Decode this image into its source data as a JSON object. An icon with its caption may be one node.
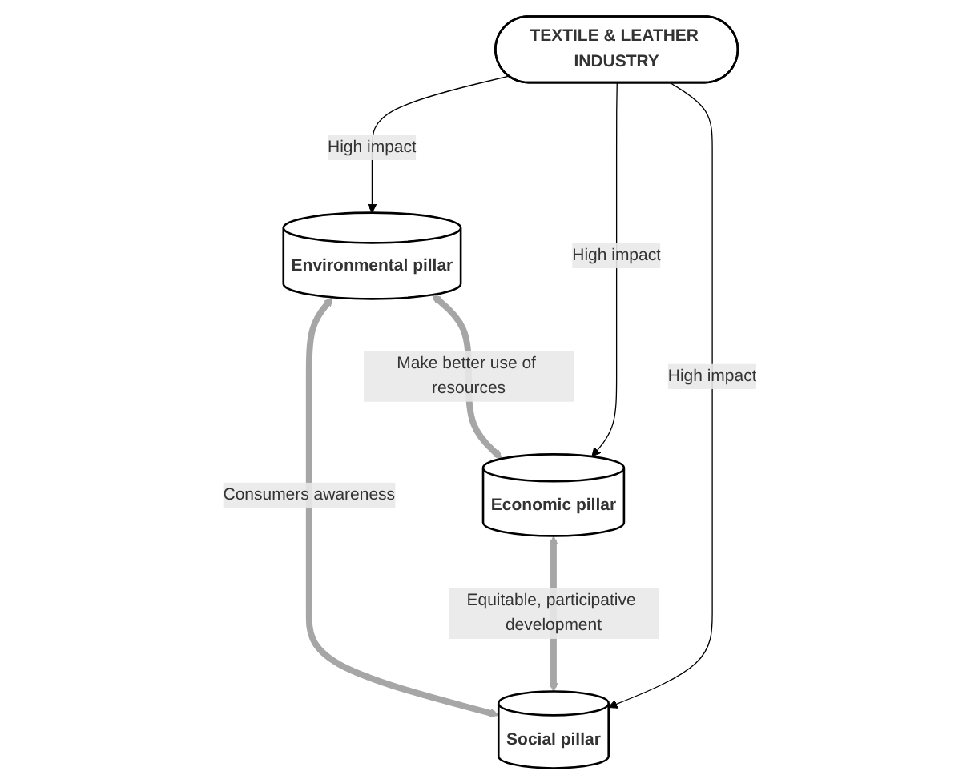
{
  "diagram": {
    "nodes": [
      {
        "text": [
          "Environmental pillar"
        ]
      },
      {
        "text": [
          "TEXTILE & LEATHER INDUSTRY"
        ]
      },
      {
        "text": [
          "Economic pillar"
        ]
      },
      {
        "text": [
          "Social pillar"
        ]
      }
    ],
    "edges": [
      {
        "from": 0,
        "to": 2,
        "arrow": "both",
        "label": "Make better use of resources",
        "style": "thick",
        "color": "#a6a6a6"
      },
      {
        "from": 0,
        "to": 3,
        "arrow": "both",
        "label": "Consumers awareness",
        "style": "thick",
        "color": "#a6a6a6"
      },
      {
        "from": 2,
        "to": 3,
        "arrow": "both",
        "label": "Equitable, participative development",
        "style": "thick",
        "color": "#a6a6a6"
      },
      {
        "from": 1,
        "to": 0,
        "arrow": "to",
        "label": "High impact",
        "color": "#000000"
      },
      {
        "from": 1,
        "to": 2,
        "arrow": "to",
        "label": "High impact",
        "color": "#000000"
      },
      {
        "from": 1,
        "to": 3,
        "arrow": "to",
        "label": "High impact",
        "color": "#000000"
      }
    ]
  }
}
